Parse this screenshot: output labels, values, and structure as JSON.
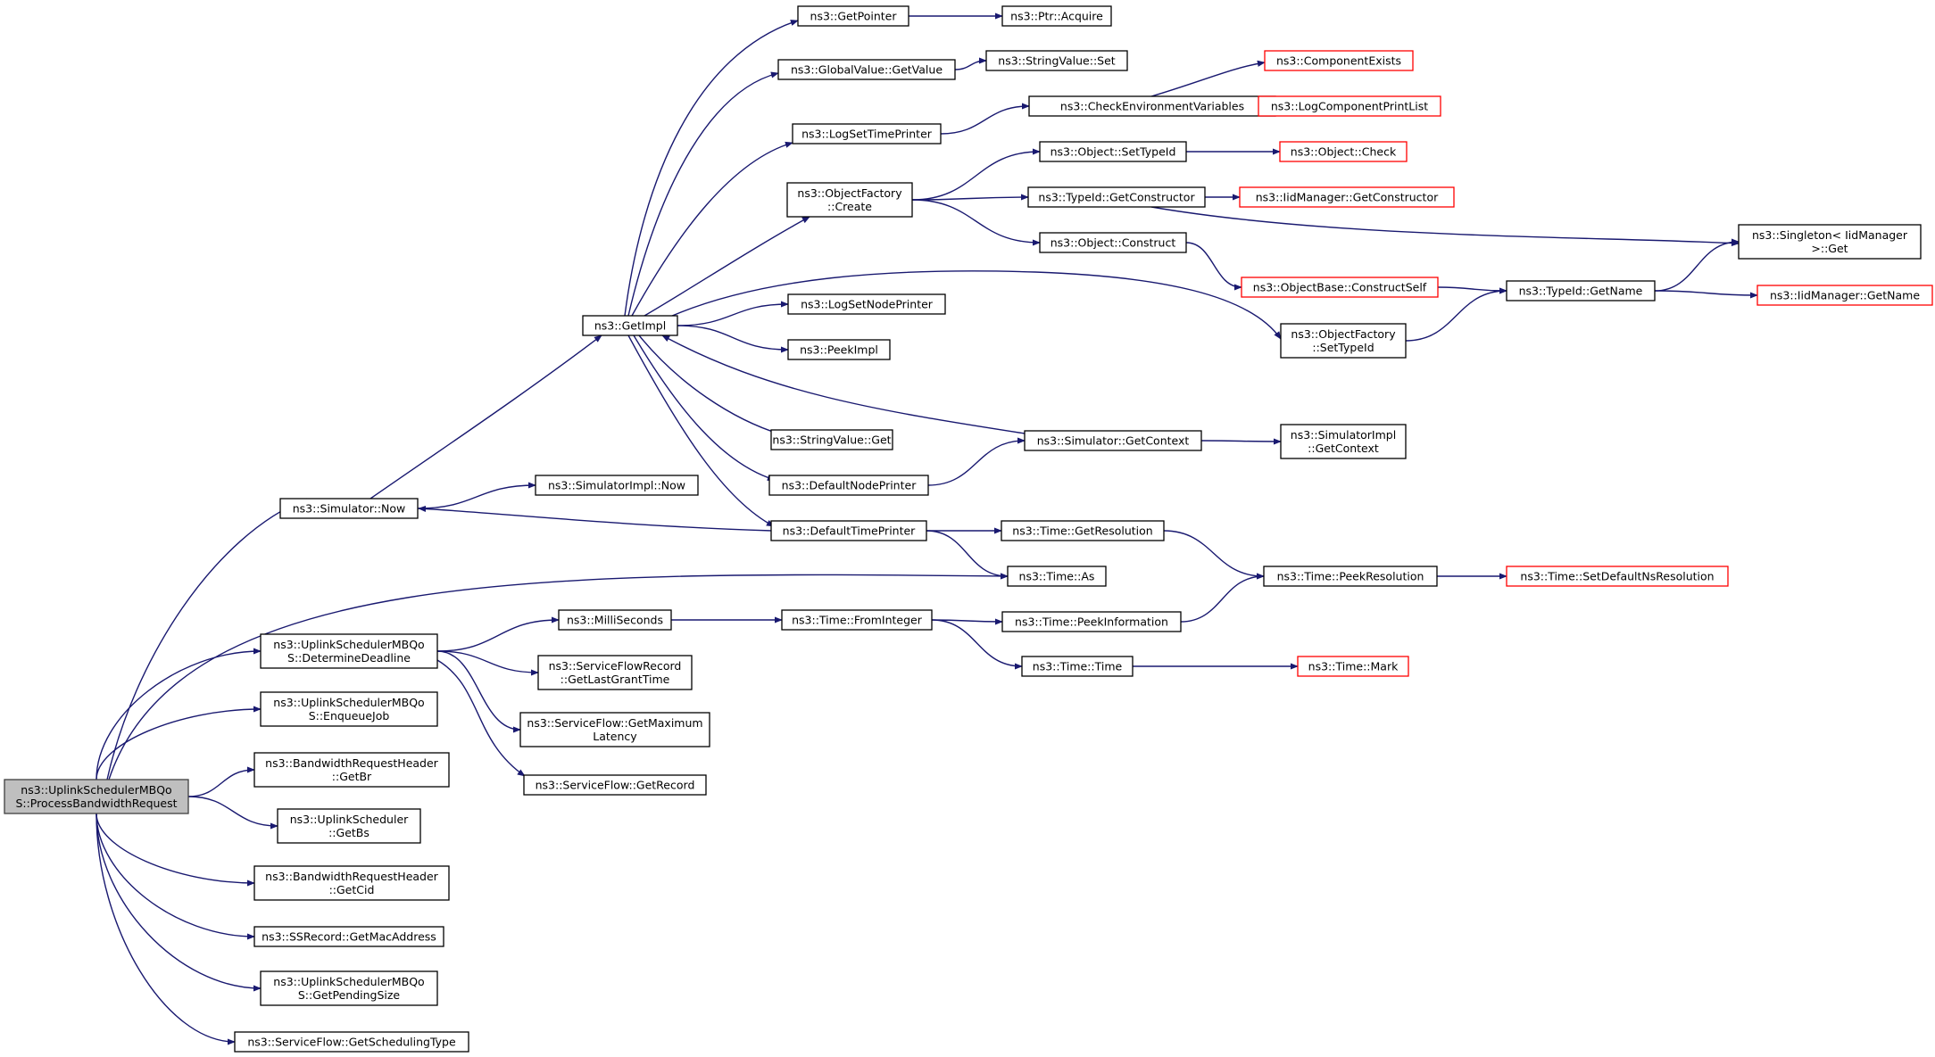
{
  "colors": {
    "edge": "#191970",
    "node_border": "#000000",
    "truncated_border": "#ff0000",
    "root_fill": "#bfbfbf"
  },
  "nodes": {
    "root": [
      "ns3::UplinkSchedulerMBQo",
      "S::ProcessBandwidthRequest"
    ],
    "simulator_now": [
      "ns3::Simulator::Now"
    ],
    "determine_deadline": [
      "ns3::UplinkSchedulerMBQo",
      "S::DetermineDeadline"
    ],
    "enqueue_job": [
      "ns3::UplinkSchedulerMBQo",
      "S::EnqueueJob"
    ],
    "get_br": [
      "ns3::BandwidthRequestHeader",
      "::GetBr"
    ],
    "get_bs": [
      "ns3::UplinkScheduler",
      "::GetBs"
    ],
    "get_cid": [
      "ns3::BandwidthRequestHeader",
      "::GetCid"
    ],
    "get_mac_address": [
      "ns3::SSRecord::GetMacAddress"
    ],
    "get_pending_size": [
      "ns3::UplinkSchedulerMBQo",
      "S::GetPendingSize"
    ],
    "get_scheduling_type": [
      "ns3::ServiceFlow::GetSchedulingType"
    ],
    "get_impl": [
      "ns3::GetImpl"
    ],
    "simulator_impl_now": [
      "ns3::SimulatorImpl::Now"
    ],
    "get_pointer": [
      "ns3::GetPointer"
    ],
    "global_value_get_value": [
      "ns3::GlobalValue::GetValue"
    ],
    "log_set_time_printer": [
      "ns3::LogSetTimePrinter"
    ],
    "object_factory_create": [
      "ns3::ObjectFactory",
      "::Create"
    ],
    "log_set_node_printer": [
      "ns3::LogSetNodePrinter"
    ],
    "peek_impl": [
      "ns3::PeekImpl"
    ],
    "string_value_get": [
      "ns3::StringValue::Get"
    ],
    "default_node_printer": [
      "ns3::DefaultNodePrinter"
    ],
    "default_time_printer": [
      "ns3::DefaultTimePrinter"
    ],
    "time_as": [
      "ns3::Time::As"
    ],
    "milli_seconds": [
      "ns3::MilliSeconds"
    ],
    "get_last_grant_time": [
      "ns3::ServiceFlowRecord",
      "::GetLastGrantTime"
    ],
    "get_maximum_latency": [
      "ns3::ServiceFlow::GetMaximum",
      "Latency"
    ],
    "get_record": [
      "ns3::ServiceFlow::GetRecord"
    ],
    "ptr_acquire": [
      "ns3::Ptr::Acquire"
    ],
    "string_value_set": [
      "ns3::StringValue::Set"
    ],
    "check_environment_variables": [
      "ns3::CheckEnvironmentVariables"
    ],
    "object_set_type_id": [
      "ns3::Object::SetTypeId"
    ],
    "type_id_get_constructor": [
      "ns3::TypeId::GetConstructor"
    ],
    "object_construct": [
      "ns3::Object::Construct"
    ],
    "object_factory_set_type_id": [
      "ns3::ObjectFactory",
      "::SetTypeId"
    ],
    "simulator_get_context": [
      "ns3::Simulator::GetContext"
    ],
    "time_get_resolution": [
      "ns3::Time::GetResolution"
    ],
    "time_from_integer": [
      "ns3::Time::FromInteger"
    ],
    "time_peek_information": [
      "ns3::Time::PeekInformation"
    ],
    "time_time": [
      "ns3::Time::Time"
    ],
    "component_exists": [
      "ns3::ComponentExists"
    ],
    "log_component_print_list": [
      "ns3::LogComponentPrintList"
    ],
    "object_check": [
      "ns3::Object::Check"
    ],
    "iid_manager_get_constructor": [
      "ns3::IidManager::GetConstructor"
    ],
    "object_base_construct_self": [
      "ns3::ObjectBase::ConstructSelf"
    ],
    "simulator_impl_get_context": [
      "ns3::SimulatorImpl",
      "::GetContext"
    ],
    "time_peek_resolution": [
      "ns3::Time::PeekResolution"
    ],
    "time_mark": [
      "ns3::Time::Mark"
    ],
    "singleton_get": [
      "ns3::Singleton< IidManager",
      " >::Get"
    ],
    "type_id_get_name": [
      "ns3::TypeId::GetName"
    ],
    "iid_manager_get_name": [
      "ns3::IidManager::GetName"
    ],
    "time_set_default_ns_resolution": [
      "ns3::Time::SetDefaultNsResolution"
    ]
  }
}
